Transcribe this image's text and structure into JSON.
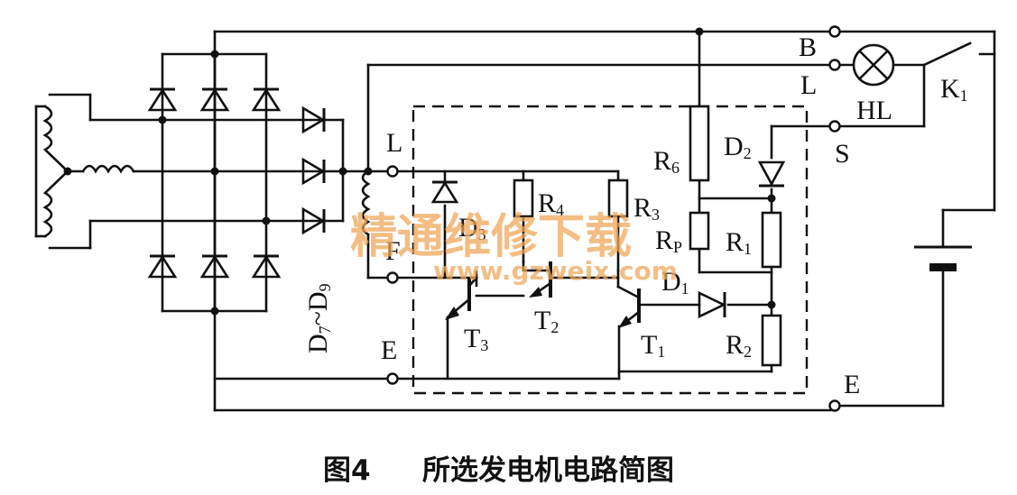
{
  "labels": {
    "B": "B",
    "L_right": "L",
    "S": "S",
    "E_right": "E",
    "HL": "HL",
    "K1": "K",
    "K1_sub": "1",
    "L_left": "L",
    "F": "F",
    "E_left": "E",
    "R6": "R",
    "R6_sub": "6",
    "D2": "D",
    "D2_sub": "2",
    "R4": "R",
    "R4_sub": "4",
    "R3": "R",
    "R3_sub": "3",
    "RP": "R",
    "RP_sub": "P",
    "R1": "R",
    "R1_sub": "1",
    "D1": "D",
    "D1_sub": "1",
    "R2": "R",
    "R2_sub": "2",
    "T1": "T",
    "T1_sub": "1",
    "T2": "T",
    "T2_sub": "2",
    "T3": "T",
    "T3_sub": "3",
    "D3": "D",
    "D3_sub": "3",
    "D79": "D",
    "D79_sub1": "7",
    "D79_tilde": "~",
    "D79_d2": "D",
    "D79_sub2": "9"
  },
  "watermark": {
    "cn": "精通维修下载",
    "url": "www.gzweix.com"
  },
  "caption": {
    "fig": "图4",
    "title": "所选发电机电路简图"
  }
}
